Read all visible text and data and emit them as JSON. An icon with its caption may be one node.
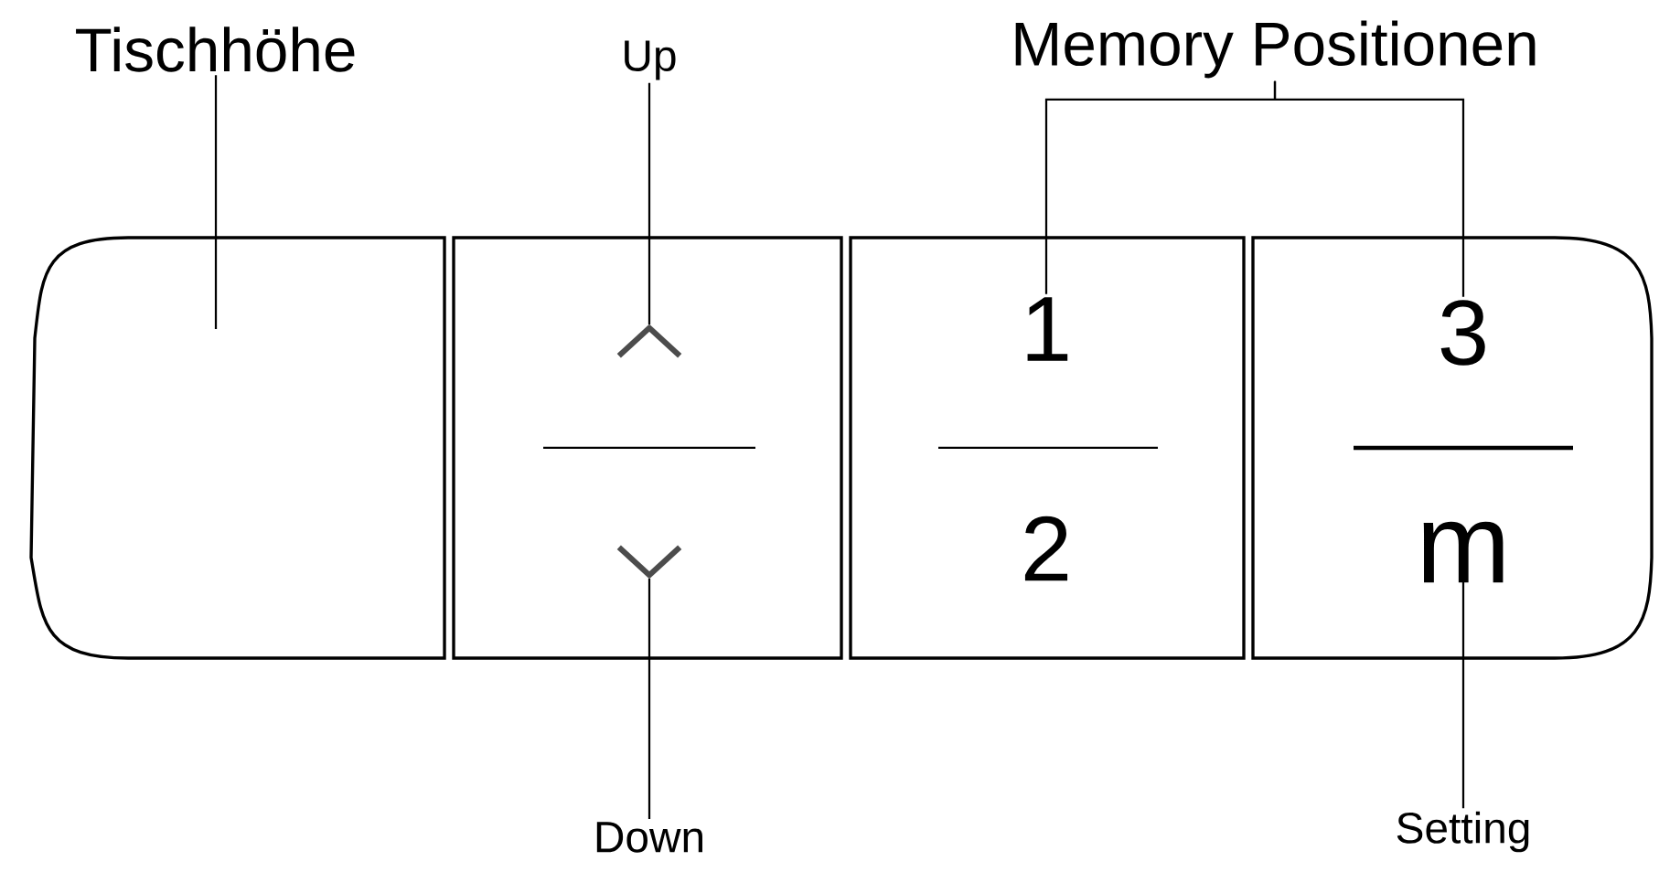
{
  "diagram": {
    "nodes": [
      {
        "text": [
          "Tischhöhe"
        ]
      },
      {
        "text": [
          "Up"
        ]
      },
      {
        "text": [
          "Memory Positionen"
        ]
      },
      {
        "text": [],
        "shape": "box"
      },
      {
        "text": [],
        "shape": "box"
      },
      {
        "text": [],
        "shape": "chevron",
        "in": 4
      },
      {
        "text": [],
        "shape": "chevron",
        "in": 4
      },
      {
        "text": [],
        "shape": "box"
      },
      {
        "text": [
          "1"
        ],
        "in": 7
      },
      {
        "text": [],
        "shape": "box"
      },
      {
        "text": [
          "3"
        ],
        "in": 9
      },
      {
        "text": [
          "m"
        ],
        "in": 9
      },
      {
        "text": [
          "Down"
        ]
      },
      {
        "text": [
          "Setting"
        ]
      }
    ],
    "edges": [
      {
        "from": 0,
        "to": 3,
        "arrow": "none"
      },
      {
        "from": 1,
        "to": 5,
        "arrow": "none"
      },
      {
        "from": 2,
        "to": 8,
        "arrow": "none"
      },
      {
        "from": 2,
        "to": 10,
        "arrow": "none"
      },
      {
        "from": 12,
        "to": 6,
        "arrow": "none"
      },
      {
        "from": 13,
        "to": 11,
        "arrow": "none"
      }
    ],
    "labels": [
      "2"
    ]
  }
}
